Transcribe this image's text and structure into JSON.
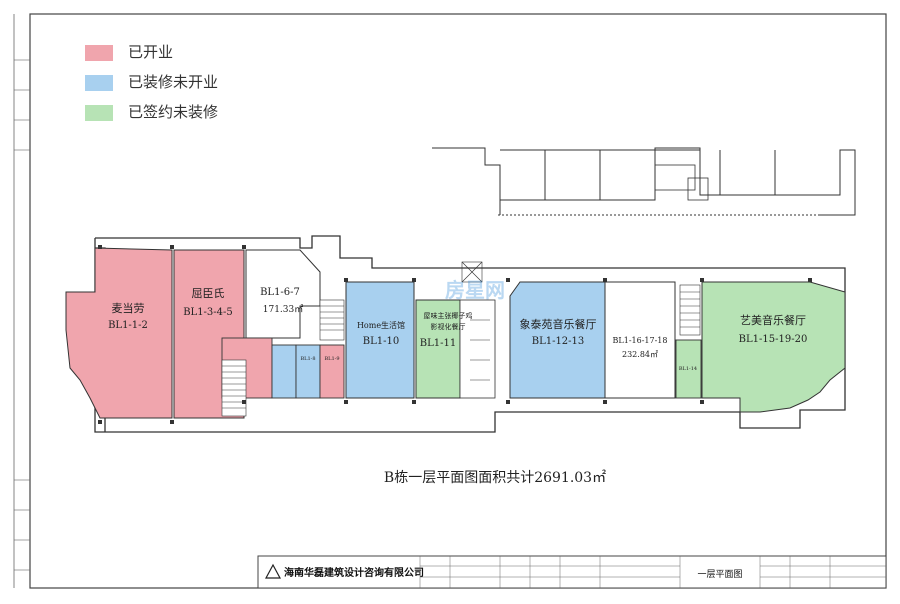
{
  "legend": {
    "items": [
      {
        "label": "已开业",
        "color": "#f0a5ad"
      },
      {
        "label": "已装修未开业",
        "color": "#a8d0ef"
      },
      {
        "label": "已签约未装修",
        "color": "#b7e3b5"
      }
    ]
  },
  "colors": {
    "line": "#333333",
    "open": "#f0a5ad",
    "decorated": "#a8d0ef",
    "signed": "#b7e3b5",
    "watermark": "#3a8fd9"
  },
  "units": {
    "mcd": {
      "name": "麦当劳",
      "code": "BL1-1-2"
    },
    "watsons": {
      "name": "屈臣氏",
      "code": "BL1-3-4-5"
    },
    "u67": {
      "code": "BL1-6-7",
      "area": "171.33㎡"
    },
    "s8": {
      "code": "BL1-8"
    },
    "s9": {
      "code": "BL1-9"
    },
    "u10": {
      "name": "Home生活馆",
      "code": "BL1-10"
    },
    "u11": {
      "name": "屋味主张椰子鸡",
      "name2": "影视化餐厅",
      "code": "BL1-11"
    },
    "u1213": {
      "name": "象泰苑音乐餐厅",
      "code": "BL1-12-13"
    },
    "u16": {
      "code": "BL1-16-17-18",
      "area": "232.84㎡"
    },
    "u14": {
      "code": "BL1-14"
    },
    "u15": {
      "name": "艺美音乐餐厅",
      "code": "BL1-15-19-20"
    }
  },
  "caption": "B栋一层平面图面积共计2691.03㎡",
  "watermark": "房星网",
  "title_block": {
    "company": "海南华磊建筑设计咨询有限公司",
    "drawing_title": "一层平面图"
  }
}
